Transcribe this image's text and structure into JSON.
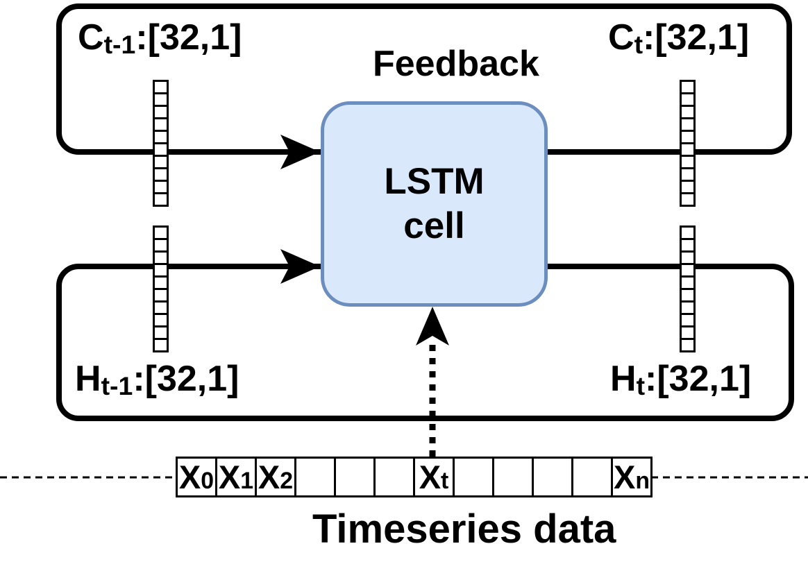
{
  "colors": {
    "line": "#000000",
    "lstm_fill": "#dae8fc",
    "lstm_stroke": "#6c8ebf"
  },
  "feedback_label": "Feedback",
  "lstm": {
    "line1": "LSTM",
    "line2": "cell"
  },
  "labels": {
    "c_prev": {
      "base": "C",
      "sub": "t-1",
      "dims": ":[32,1]"
    },
    "c_next": {
      "base": "C",
      "sub": "t",
      "dims": ":[32,1]"
    },
    "h_prev": {
      "base": "H",
      "sub": "t-1",
      "dims": ":[32,1]"
    },
    "h_next": {
      "base": "H",
      "sub": "t",
      "dims": ":[32,1]"
    }
  },
  "vectors": {
    "cells_per_vector": 10
  },
  "timeseries": {
    "label": "Timeseries data",
    "cells": [
      {
        "base": "X",
        "sub": "0"
      },
      {
        "base": "X",
        "sub": "1"
      },
      {
        "base": "X",
        "sub": "2"
      },
      {
        "base": "",
        "sub": ""
      },
      {
        "base": "",
        "sub": ""
      },
      {
        "base": "",
        "sub": ""
      },
      {
        "base": "X",
        "sub": "t"
      },
      {
        "base": "",
        "sub": ""
      },
      {
        "base": "",
        "sub": ""
      },
      {
        "base": "",
        "sub": ""
      },
      {
        "base": "",
        "sub": ""
      },
      {
        "base": "X",
        "sub": "n"
      }
    ]
  }
}
